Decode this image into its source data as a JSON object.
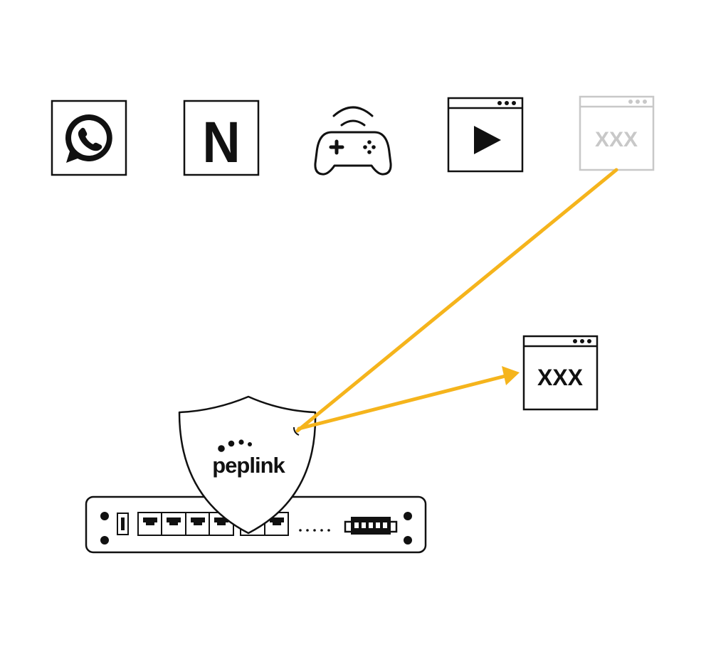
{
  "apps": [
    {
      "name": "whatsapp",
      "icon": "whatsapp-icon"
    },
    {
      "name": "netflix",
      "icon": "netflix-icon",
      "label": "N"
    },
    {
      "name": "gaming",
      "icon": "game-controller-icon"
    },
    {
      "name": "video-streaming",
      "icon": "video-player-icon"
    },
    {
      "name": "blocked-site",
      "icon": "browser-window-icon",
      "label": "XXX"
    }
  ],
  "redirect_target": {
    "icon": "browser-window-icon",
    "label": "XXX"
  },
  "shield": {
    "brand": "peplink",
    "icon": "shield-icon"
  },
  "router": {
    "icon": "router-icon"
  },
  "colors": {
    "arrow": "#F5B41C",
    "stroke": "#111111",
    "faded": "#C8C8C8",
    "background": "#FFFFFF"
  }
}
